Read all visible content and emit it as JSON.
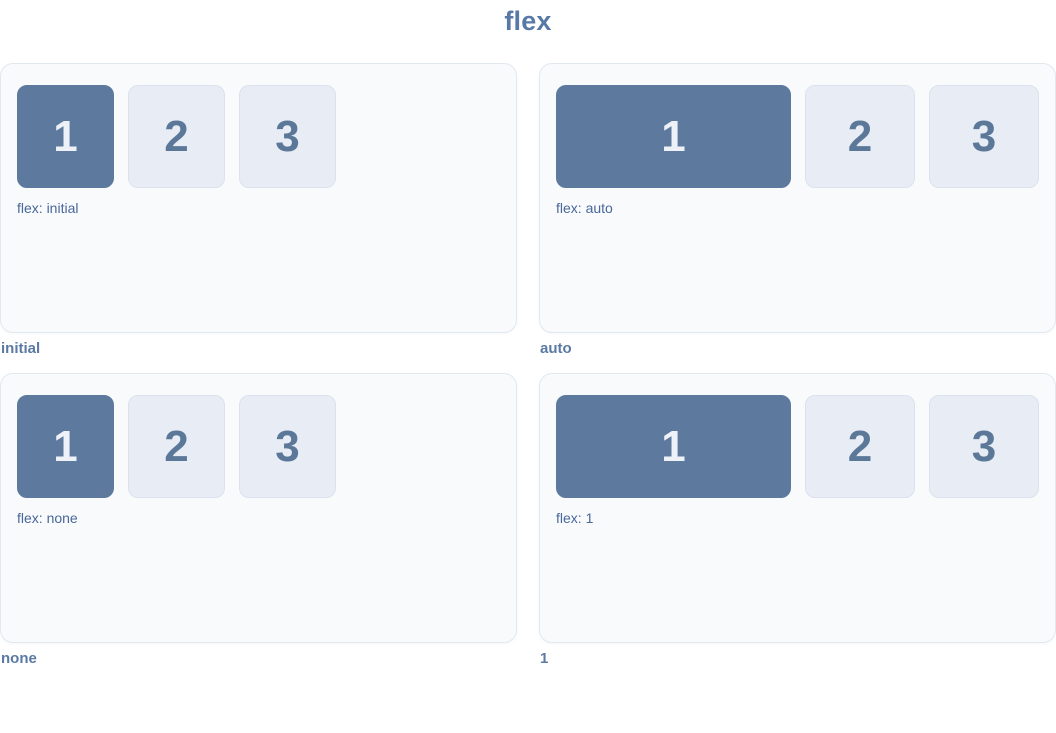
{
  "page": {
    "title": "flex"
  },
  "colors": {
    "title_text": "#5878a5",
    "caption_text": "#5a79a4",
    "label_text": "#4a679a",
    "card_background": "#f8fafc",
    "card_border": "#e2e8f0",
    "item_background": "#e8ecf4",
    "item_border": "#dbe2ee",
    "item_text": "#5b7899",
    "item_active_background": "#5d7a9e",
    "item_active_text": "#eef2f8"
  },
  "panels": [
    {
      "caption": "initial",
      "label": "flex: initial",
      "boxes": [
        "1",
        "2",
        "3"
      ],
      "first_grows": false
    },
    {
      "caption": "auto",
      "label": "flex: auto",
      "boxes": [
        "1",
        "2",
        "3"
      ],
      "first_grows": true
    },
    {
      "caption": "none",
      "label": "flex: none",
      "boxes": [
        "1",
        "2",
        "3"
      ],
      "first_grows": false
    },
    {
      "caption": "1",
      "label": "flex: 1",
      "boxes": [
        "1",
        "2",
        "3"
      ],
      "first_grows": true
    }
  ]
}
